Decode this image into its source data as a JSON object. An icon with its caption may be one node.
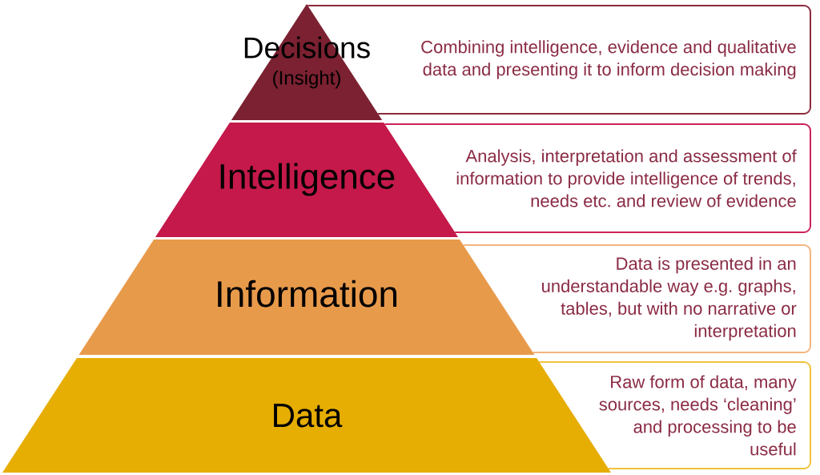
{
  "diagram": {
    "nodes": [
      {
        "text": [
          "Decisions",
          "(Insight)"
        ]
      },
      {
        "text": [
          "Combining intelligence, evidence and qualitative data and presenting it to inform decision making"
        ]
      },
      {
        "text": [
          "Intelligence"
        ]
      },
      {
        "text": [
          "Analysis, interpretation and assessment of information to provide intelligence of trends, needs etc. and review of evidence"
        ]
      },
      {
        "text": [
          "Information"
        ]
      },
      {
        "text": [
          "Data is presented in an understandable way e.g. graphs, tables, but with no narrative or interpretation"
        ]
      },
      {
        "text": [
          "Data"
        ]
      },
      {
        "text": [
          "Raw form of data, many sources, needs ‘cleaning’ and processing to be useful"
        ]
      }
    ]
  }
}
